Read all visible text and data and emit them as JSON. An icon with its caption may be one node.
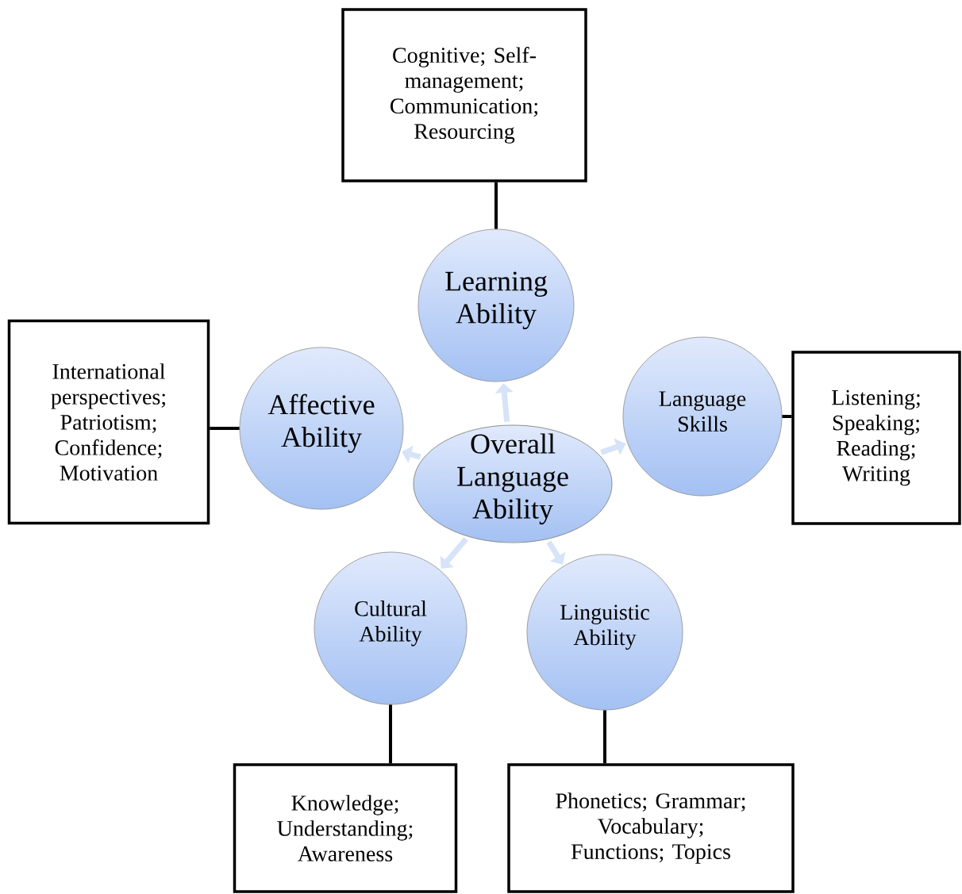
{
  "diagram": {
    "nodes": [
      {
        "text": [
          "Cognitive; Self-management; Communication; Resourcing"
        ]
      },
      {
        "text": [
          "Learning Ability"
        ]
      },
      {
        "text": [
          "International perspectives; Patriotism; Confidence; Motivation"
        ]
      },
      {
        "text": [
          "Affective Ability"
        ]
      },
      {
        "text": [
          "Overall Language Ability"
        ]
      },
      {
        "text": [
          "Language Skills"
        ]
      },
      {
        "text": [
          "Listening; Speaking; Reading; Writing"
        ]
      },
      {
        "text": [
          "Cultural Ability"
        ]
      },
      {
        "text": [
          "Linguistic Ability"
        ]
      },
      {
        "text": [
          "Knowledge; Understanding; Awareness"
        ]
      },
      {
        "text": [
          "Phonetics; Grammar; Vocabulary; Functions; Topics"
        ]
      }
    ],
    "edges": [
      {
        "from": 1,
        "to": 0,
        "arrow": "none"
      },
      {
        "from": 3,
        "to": 2,
        "arrow": "none"
      },
      {
        "from": 5,
        "to": 6,
        "arrow": "none"
      },
      {
        "from": 7,
        "to": 9,
        "arrow": "none"
      },
      {
        "from": 8,
        "to": 10,
        "arrow": "none"
      },
      {
        "from": 4,
        "to": 1,
        "arrow": "to",
        "color": "#d6e3f8"
      },
      {
        "from": 4,
        "to": 5,
        "arrow": "to",
        "color": "#d6e3f8"
      },
      {
        "from": 4,
        "to": 8,
        "arrow": "to",
        "color": "#d6e3f8"
      },
      {
        "from": 4,
        "to": 7,
        "arrow": "to",
        "color": "#d6e3f8"
      },
      {
        "from": 4,
        "to": 3,
        "arrow": "to",
        "color": "#d6e3f8"
      }
    ]
  }
}
